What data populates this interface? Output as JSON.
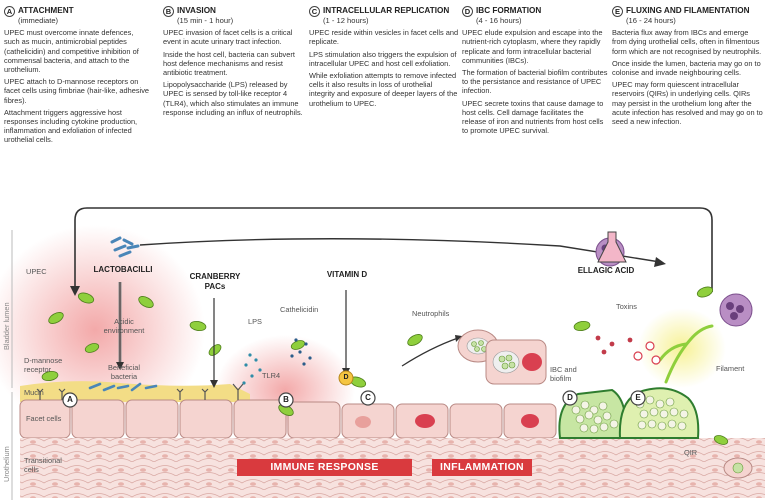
{
  "stages": [
    {
      "letter": "A",
      "title": "ATTACHMENT",
      "sub": "(immediate)",
      "paras": [
        "UPEC must overcome innate defences, such as mucin, antimicrobial peptides (cathelicidin) and competitive inhibition of commensal bacteria, and attach to the urothelium.",
        "UPEC attach to D-mannose receptors on facet cells using fimbriae (hair-like, adhesive fibres).",
        "Attachment triggers aggressive host responses including cytokine production, inflammation and exfoliation of infected urothelial cells."
      ]
    },
    {
      "letter": "B",
      "title": "INVASION",
      "sub": "(15 min - 1 hour)",
      "paras": [
        "UPEC invasion of facet cells is a critical event in acute urinary tract infection.",
        "Inside the host cell, bacteria can subvert host defence mechanisms and resist antibiotic treatment.",
        "Lipopolysaccharide (LPS) released by UPEC is sensed by toll-like receptor 4 (TLR4), which also stimulates an immune response including an influx of neutrophils."
      ]
    },
    {
      "letter": "C",
      "title": "INTRACELLULAR REPLICATION",
      "sub": "(1 - 12 hours)",
      "paras": [
        "UPEC reside within vesicles in facet cells and replicate.",
        "LPS stimulation also triggers the expulsion of intracellular UPEC and host cell exfoliation.",
        "While exfoliation attempts to remove infected cells it also results in loss of urothelial integrity and exposure of deeper layers of the urothelium to UPEC."
      ]
    },
    {
      "letter": "D",
      "title": "IBC FORMATION",
      "sub": "(4 - 16 hours)",
      "paras": [
        "UPEC elude expulsion and escape into the nutrient-rich cytoplasm, where they rapidly replicate and form intracellular bacterial communities (IBCs).",
        "The formation of bacterial biofilm contributes to the persistance and resistance of UPEC infection.",
        "UPEC secrete toxins that cause damage to host cells. Cell damage facilitates the release of iron and nutrients from host cells to promote UPEC survival."
      ]
    },
    {
      "letter": "E",
      "title": "FLUXING AND FILAMENTATION",
      "sub": "(16 - 24 hours)",
      "paras": [
        "Bacteria flux away from IBCs and emerge from dying urothelial cells, often in filmentous form which are not recognised by neutrophils.",
        "Once inside the lumen, bacteria may go on to colonise and invade neighbouring cells.",
        "UPEC may form quiescent intracellular reservoirs (QIRs) in underlying cells. QIRs may persist in the urothelium long after the acute infection has resolved and may go on to seed a new infection."
      ]
    }
  ],
  "diagram": {
    "side_labels": {
      "lumen": "Bladder lumen",
      "urothelium": "Urothelium"
    },
    "layer_labels": {
      "mucin": "Mucin",
      "facet": "Facet cells",
      "transitional": "Transitional cells"
    },
    "labels": {
      "upec": "UPEC",
      "lactobacilli": "LACTOBACILLI",
      "acidic": "Acidic environment",
      "beneficial": "Beneficial bacteria",
      "dmannose": "D-mannose receptor",
      "cranberry": "CRANBERRY PACs",
      "lps": "LPS",
      "tlr4": "TLR4",
      "cathelicidin": "Cathelicidin",
      "vitamind": "VITAMIN D",
      "neutrophils": "Neutrophils",
      "ellagic": "ELLAGIC ACID",
      "toxins": "Toxins",
      "ibc": "IBC and biofilm",
      "filament": "Filament",
      "qir": "QIR",
      "vitd_badge": "D"
    },
    "bands": {
      "immune": "IMMUNE RESPONSE",
      "inflammation": "INFLAMMATION"
    },
    "markers": [
      "A",
      "B",
      "C",
      "D",
      "E"
    ],
    "colors": {
      "mucin": "#f3dd86",
      "facet": "#f5d4d0",
      "transitional": "#f7dedb",
      "band": "#d93a3e",
      "bacteria": "#8fcf3c",
      "glow": "#f4b8b8",
      "ibc": "#2f7d2f"
    }
  }
}
